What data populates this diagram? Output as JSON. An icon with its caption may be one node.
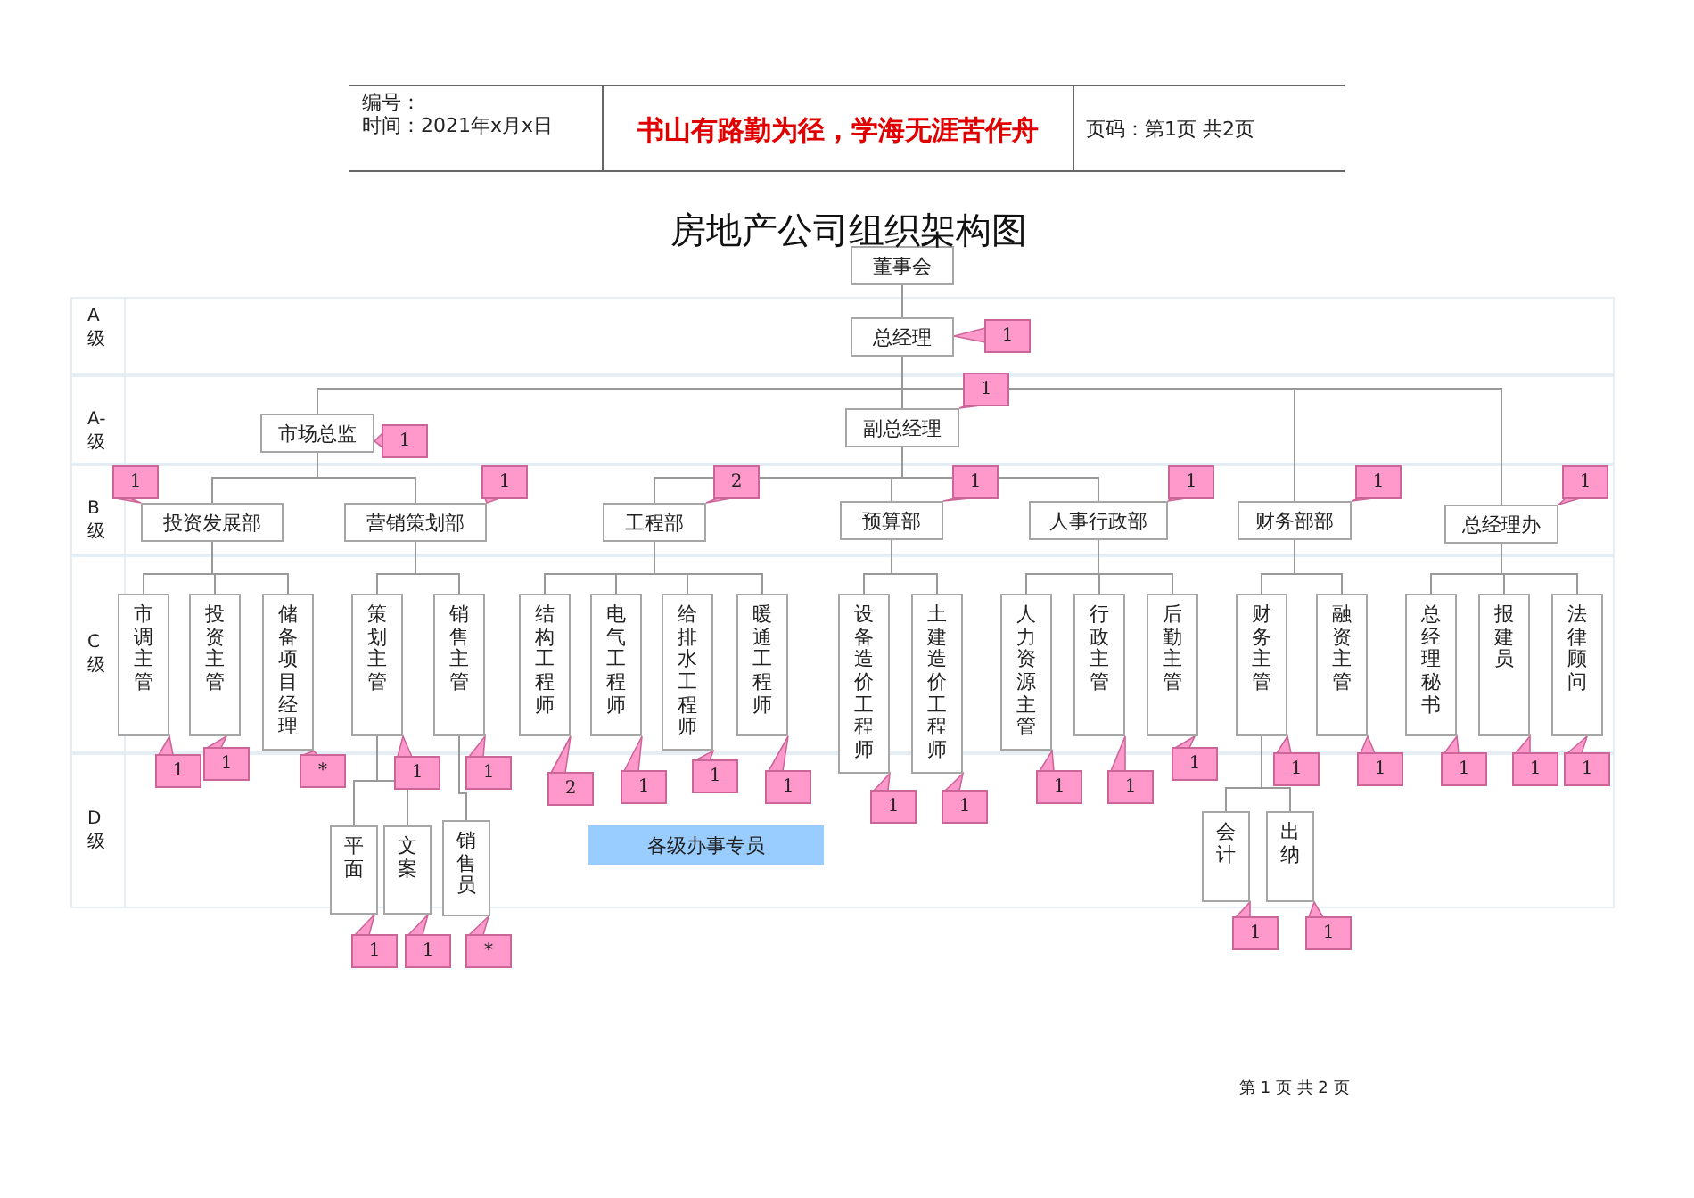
{
  "diagram": {
    "title": "房地产公司组织架构图",
    "nodes": [
      {
        "text": [
          "董事会"
        ]
      },
      {
        "text": [
          "总经理"
        ],
        "beside": [
          "1"
        ]
      },
      {
        "text": [
          "副总经理"
        ],
        "beside": [
          "1"
        ]
      },
      {
        "text": [
          "市场总监"
        ],
        "beside": [
          "1"
        ]
      },
      {
        "text": [
          "投资发展部"
        ],
        "beside": [
          "1"
        ]
      },
      {
        "text": [
          "营销策划部"
        ],
        "beside": [
          "1"
        ]
      },
      {
        "text": [
          "工程部"
        ],
        "beside": [
          "2"
        ]
      },
      {
        "text": [
          "预算部"
        ],
        "beside": [
          "1"
        ]
      },
      {
        "text": [
          "人事行政部"
        ],
        "beside": [
          "1"
        ]
      },
      {
        "text": [
          "财务部部"
        ],
        "beside": [
          "1"
        ]
      },
      {
        "text": [
          "总经理办"
        ],
        "beside": [
          "1"
        ]
      },
      {
        "text": [
          "市调主管"
        ],
        "beside": [
          "1"
        ]
      },
      {
        "text": [
          "投资主管"
        ],
        "beside": [
          "1"
        ]
      },
      {
        "text": [
          "储备项目经理"
        ],
        "beside": [
          "*"
        ]
      },
      {
        "text": [
          "策划主管"
        ],
        "beside": [
          "1"
        ]
      },
      {
        "text": [
          "销售主管"
        ],
        "beside": [
          "1"
        ]
      },
      {
        "text": [
          "结构工程师"
        ],
        "beside": [
          "2"
        ]
      },
      {
        "text": [
          "电气工程师"
        ],
        "beside": [
          "1"
        ]
      },
      {
        "text": [
          "给排水工程师"
        ],
        "beside": [
          "1"
        ]
      },
      {
        "text": [
          "暖通工程师"
        ],
        "beside": [
          "1"
        ]
      },
      {
        "text": [
          "设备造价工程师"
        ],
        "beside": [
          "1"
        ]
      },
      {
        "text": [
          "土建造价工程师"
        ],
        "beside": [
          "1"
        ]
      },
      {
        "text": [
          "人力资源主管"
        ],
        "beside": [
          "1"
        ]
      },
      {
        "text": [
          "行政主管"
        ],
        "beside": [
          "1"
        ]
      },
      {
        "text": [
          "后勤主管"
        ],
        "beside": [
          "1"
        ]
      },
      {
        "text": [
          "财务主管"
        ],
        "beside": [
          "1"
        ]
      },
      {
        "text": [
          "融资主管"
        ],
        "beside": [
          "1"
        ]
      },
      {
        "text": [
          "总经理秘书"
        ],
        "beside": [
          "1"
        ]
      },
      {
        "text": [
          "报建员"
        ],
        "beside": [
          "1"
        ]
      },
      {
        "text": [
          "法律顾问"
        ],
        "beside": [
          "1"
        ]
      },
      {
        "text": [
          "平面"
        ],
        "beside": [
          "1"
        ]
      },
      {
        "text": [
          "文案"
        ],
        "beside": [
          "1"
        ]
      },
      {
        "text": [
          "销售员"
        ],
        "beside": [
          "*"
        ]
      },
      {
        "text": [
          "会计"
        ],
        "beside": [
          "1"
        ]
      },
      {
        "text": [
          "出纳"
        ],
        "beside": [
          "1"
        ]
      },
      {
        "text": [
          "各级办事专员"
        ]
      }
    ],
    "edges": [
      {
        "from": 0,
        "to": 1,
        "arrow": "none"
      },
      {
        "from": 1,
        "to": 3,
        "arrow": "none"
      },
      {
        "from": 1,
        "to": 2,
        "arrow": "none"
      },
      {
        "from": 1,
        "to": 9,
        "arrow": "none"
      },
      {
        "from": 1,
        "to": 10,
        "arrow": "none"
      },
      {
        "from": 3,
        "to": 4,
        "arrow": "none"
      },
      {
        "from": 3,
        "to": 5,
        "arrow": "none"
      },
      {
        "from": 2,
        "to": 6,
        "arrow": "none"
      },
      {
        "from": 2,
        "to": 7,
        "arrow": "none"
      },
      {
        "from": 2,
        "to": 8,
        "arrow": "none"
      },
      {
        "from": 4,
        "to": 11,
        "arrow": "none"
      },
      {
        "from": 4,
        "to": 12,
        "arrow": "none"
      },
      {
        "from": 4,
        "to": 13,
        "arrow": "none"
      },
      {
        "from": 5,
        "to": 14,
        "arrow": "none"
      },
      {
        "from": 5,
        "to": 15,
        "arrow": "none"
      },
      {
        "from": 6,
        "to": 16,
        "arrow": "none"
      },
      {
        "from": 6,
        "to": 17,
        "arrow": "none"
      },
      {
        "from": 6,
        "to": 18,
        "arrow": "none"
      },
      {
        "from": 6,
        "to": 19,
        "arrow": "none"
      },
      {
        "from": 7,
        "to": 20,
        "arrow": "none"
      },
      {
        "from": 7,
        "to": 21,
        "arrow": "none"
      },
      {
        "from": 8,
        "to": 22,
        "arrow": "none"
      },
      {
        "from": 8,
        "to": 23,
        "arrow": "none"
      },
      {
        "from": 8,
        "to": 24,
        "arrow": "none"
      },
      {
        "from": 9,
        "to": 25,
        "arrow": "none"
      },
      {
        "from": 9,
        "to": 26,
        "arrow": "none"
      },
      {
        "from": 10,
        "to": 27,
        "arrow": "none"
      },
      {
        "from": 10,
        "to": 28,
        "arrow": "none"
      },
      {
        "from": 10,
        "to": 29,
        "arrow": "none"
      },
      {
        "from": 14,
        "to": 30,
        "arrow": "none"
      },
      {
        "from": 14,
        "to": 31,
        "arrow": "none"
      },
      {
        "from": 15,
        "to": 32,
        "arrow": "none"
      },
      {
        "from": 25,
        "to": 33,
        "arrow": "none"
      },
      {
        "from": 25,
        "to": 34,
        "arrow": "none"
      }
    ],
    "labels": [
      "编号：",
      "时间：2021年x月x日",
      "书山有路勤为径，学海无涯苦作舟",
      "页码：第1页 共2页",
      "A级",
      "A-级",
      "B级",
      "C级",
      "D级",
      "第 1 页 共 2 页"
    ]
  }
}
